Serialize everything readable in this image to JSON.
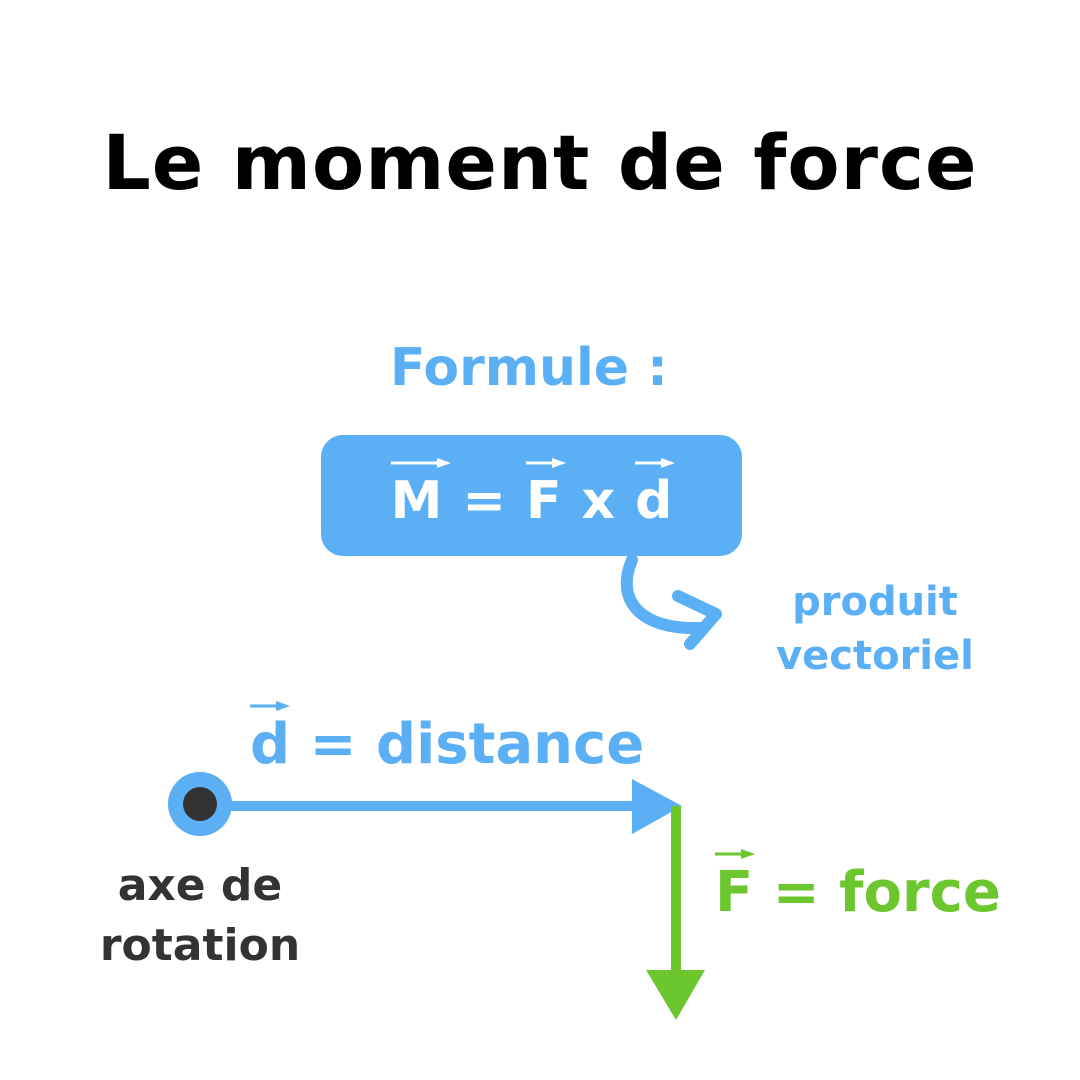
{
  "title": "Le moment de force",
  "formula_label": "Formule :",
  "formula": {
    "moment_symbol": "M",
    "equals": "=",
    "force_symbol": "F",
    "times": "x",
    "distance_symbol": "d"
  },
  "produit_line1": "produit",
  "produit_line2": "vectoriel",
  "distance": {
    "symbol": "d",
    "text": "= distance"
  },
  "force": {
    "symbol": "F",
    "text": "= force"
  },
  "axis_line1": "axe de",
  "axis_line2": "rotation",
  "colors": {
    "blue": "#5aaff5",
    "green": "#6cc62d",
    "dark": "#333333"
  }
}
